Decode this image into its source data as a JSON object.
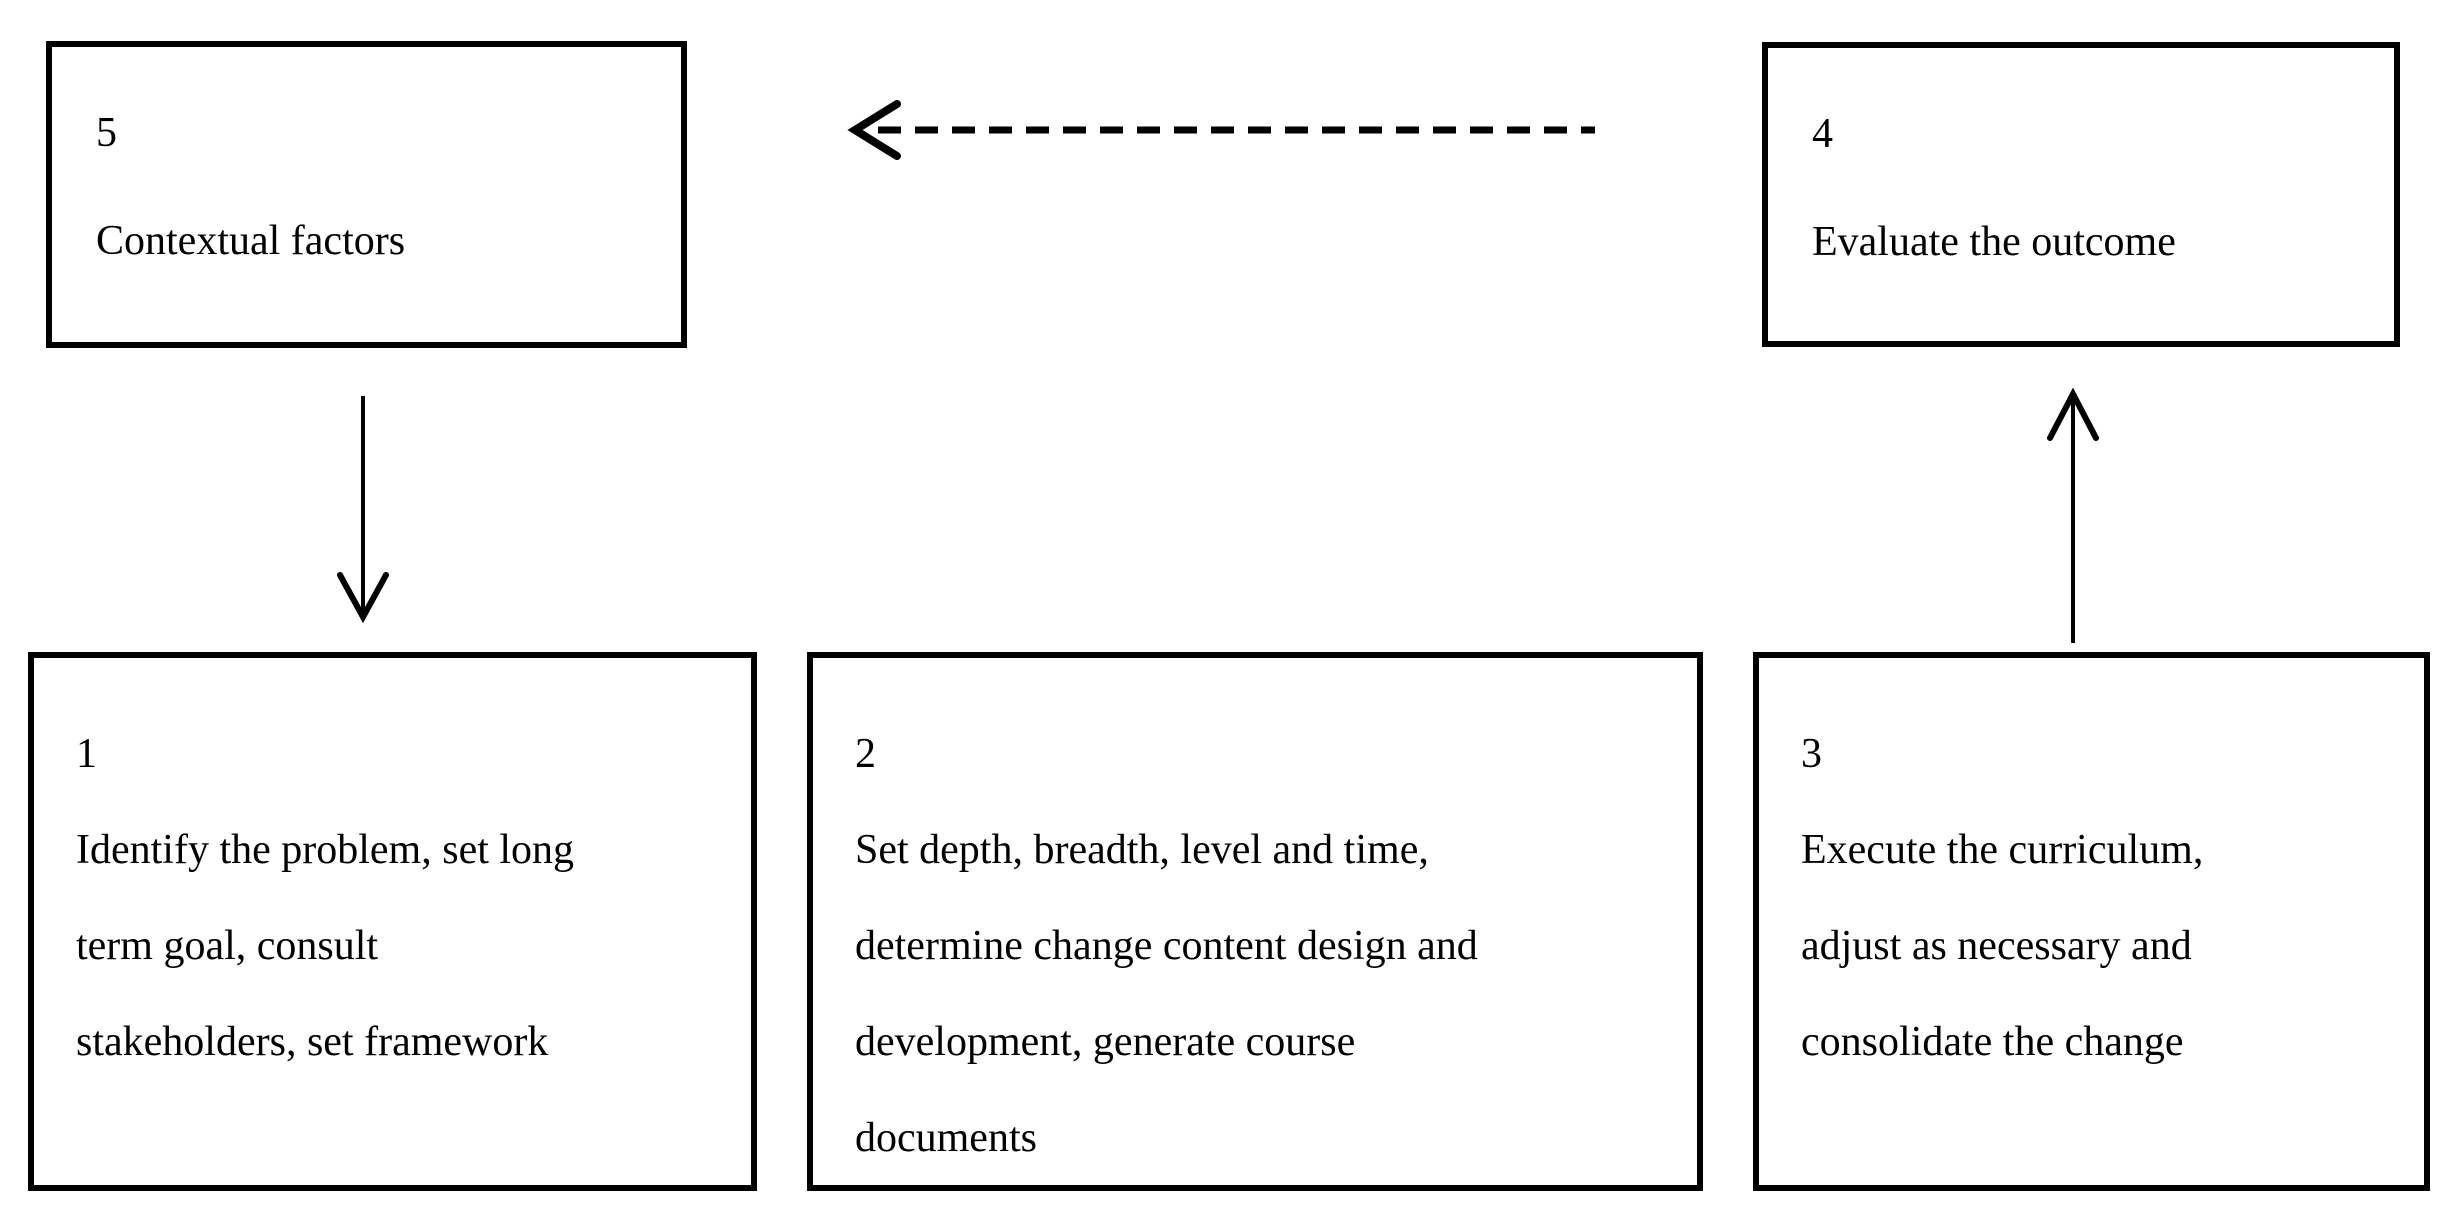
{
  "canvas": {
    "background_color": "#ffffff",
    "line_color": "#000000"
  },
  "boxes": [
    {
      "id": "box-5",
      "number": "5",
      "text": "Contextual factors"
    },
    {
      "id": "box-4",
      "number": "4",
      "text": "Evaluate the outcome"
    },
    {
      "id": "box-1",
      "number": "1",
      "text": "Identify the problem, set long\nterm goal, consult\nstakeholders, set framework"
    },
    {
      "id": "box-2",
      "number": "2",
      "text": "Set depth, breadth, level and time,\ndetermine change content design and\ndevelopment, generate course\ndocuments"
    },
    {
      "id": "box-3",
      "number": "3",
      "text": "Execute the curriculum,\nadjust as necessary and\nconsolidate the change"
    }
  ],
  "arrows": [
    {
      "name": "feedback-arrow",
      "style": "dashed",
      "direction": "left",
      "from": "box-4",
      "to": "box-5"
    },
    {
      "name": "contextual-factors-arrow",
      "style": "solid",
      "direction": "down",
      "from": "box-5",
      "to": "box-1"
    },
    {
      "name": "execute-to-evaluate-arrow",
      "style": "solid",
      "direction": "up",
      "from": "box-3",
      "to": "box-4"
    }
  ]
}
